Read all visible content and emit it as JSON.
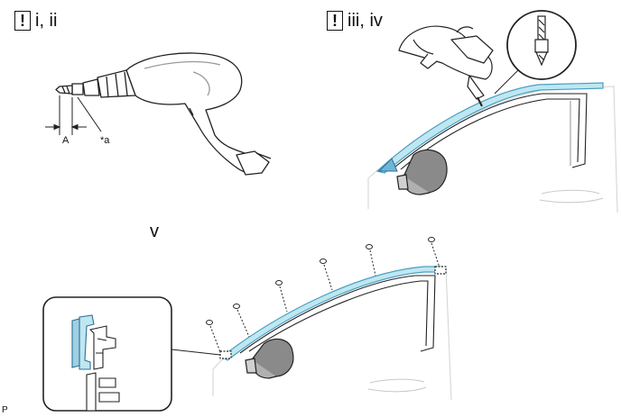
{
  "labels": {
    "step_1_mark": "!",
    "step_1": "i, ii",
    "step_2_mark": "!",
    "step_2": "iii, iv",
    "step_3": "v",
    "dim_a": "A",
    "callout_a": "*a",
    "corner_code": "P"
  },
  "colors": {
    "molding": "#bfe7f1",
    "molding_edge": "#4a9fc2",
    "line": "#222222",
    "faint": "#d6d6d6"
  }
}
